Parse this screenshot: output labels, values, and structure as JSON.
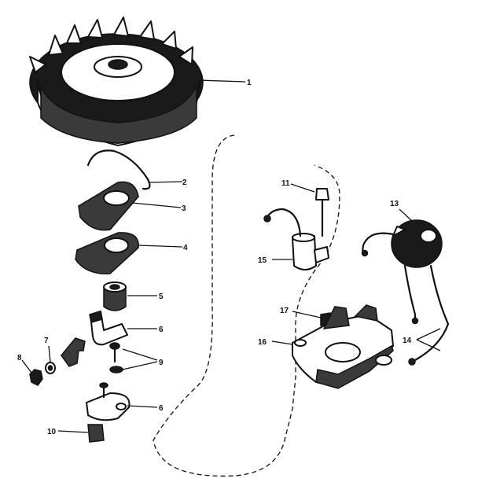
{
  "callouts": [
    {
      "id": "1",
      "text": "1"
    },
    {
      "id": "2",
      "text": "2"
    },
    {
      "id": "3",
      "text": "3"
    },
    {
      "id": "4",
      "text": "4"
    },
    {
      "id": "5",
      "text": "5"
    },
    {
      "id": "6a",
      "text": "6"
    },
    {
      "id": "7",
      "text": "7"
    },
    {
      "id": "8",
      "text": "8"
    },
    {
      "id": "9",
      "text": "9"
    },
    {
      "id": "6b",
      "text": "6"
    },
    {
      "id": "10",
      "text": "10"
    },
    {
      "id": "15",
      "text": "15"
    },
    {
      "id": "13",
      "text": "13"
    },
    {
      "id": "11",
      "text": "11"
    },
    {
      "id": "17",
      "text": "17"
    },
    {
      "id": "16",
      "text": "16"
    },
    {
      "id": "14",
      "text": "14"
    }
  ]
}
